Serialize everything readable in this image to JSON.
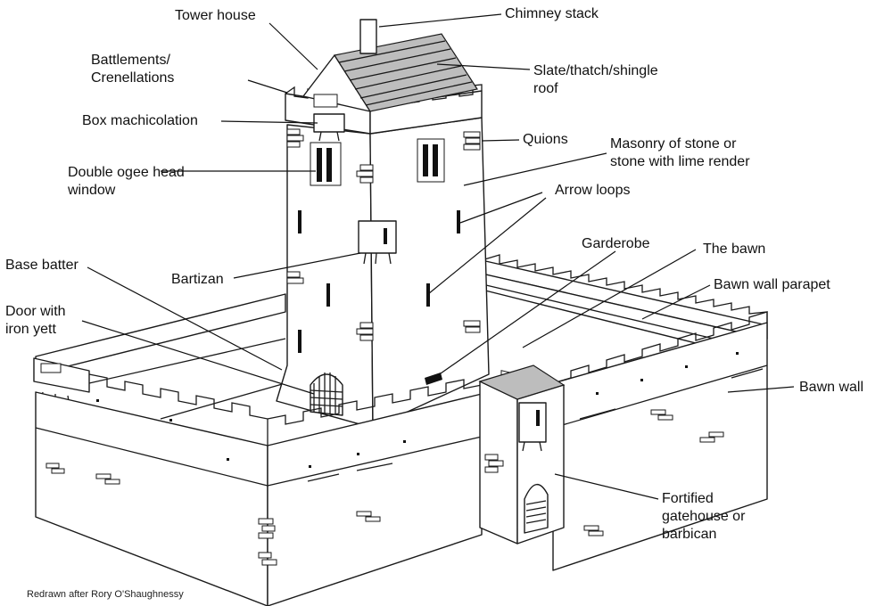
{
  "labels": {
    "tower_house": "Tower house",
    "chimney_stack": "Chimney stack",
    "battlements": "Battlements/\nCrenellations",
    "roof": "Slate/thatch/shingle\nroof",
    "box_machicolation": "Box machicolation",
    "quoins": "Quions",
    "masonry": "Masonry of stone or\nstone with lime render",
    "window": "Double ogee head\nwindow",
    "arrow_loops": "Arrow loops",
    "garderobe": "Garderobe",
    "the_bawn": "The bawn",
    "base_batter": "Base batter",
    "bawn_wall_parapet": "Bawn wall parapet",
    "bartizan": "Bartizan",
    "door": "Door with\niron yett",
    "bawn_wall": "Bawn wall",
    "gatehouse": "Fortified\ngatehouse or\nbarbican"
  },
  "credit": "Redrawn after Rory O'Shaughnessy"
}
